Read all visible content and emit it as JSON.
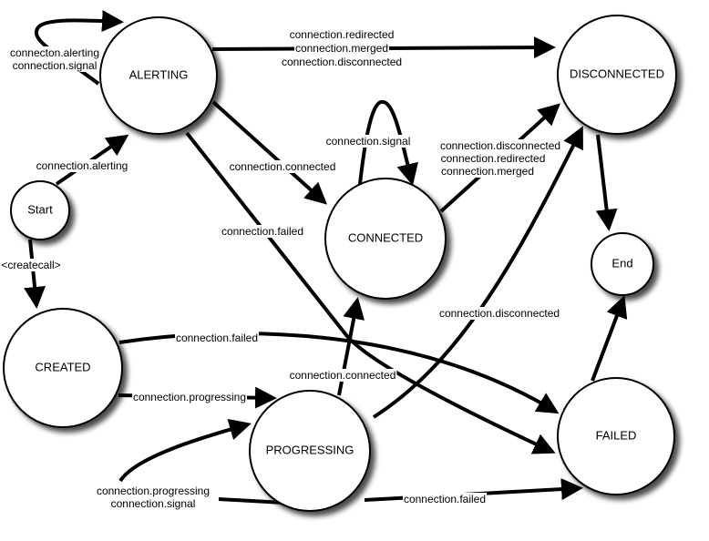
{
  "nodes": {
    "alerting": "ALERTING",
    "disconnected": "DISCONNECTED",
    "start": "Start",
    "connected": "CONNECTED",
    "end": "End",
    "created": "CREATED",
    "progressing": "PROGRESSING",
    "failed": "FAILED"
  },
  "edges": {
    "alerting_self": [
      "connecton.alerting",
      "connection.signal"
    ],
    "alerting_to_disconnected": [
      "connection.redirected",
      "connection.merged",
      "connection.disconnected"
    ],
    "start_to_alerting": "connection.alerting",
    "alerting_to_connected": "connection.connected",
    "alerting_to_failed": "connection.failed",
    "connected_self": "connection.signal",
    "connected_to_disconnected": [
      "connection.disconnected",
      "connection.redirected",
      "connection.merged"
    ],
    "start_to_created": "<createcall>",
    "created_to_failed": "connection.failed",
    "created_to_progressing": "connection.progressing",
    "progressing_to_connected": "connection.connected",
    "progressing_to_disconnected": "connection.disconnected",
    "progressing_self": [
      "connection.progressing",
      "connection.signal"
    ],
    "progressing_to_failed": "connection.failed"
  }
}
